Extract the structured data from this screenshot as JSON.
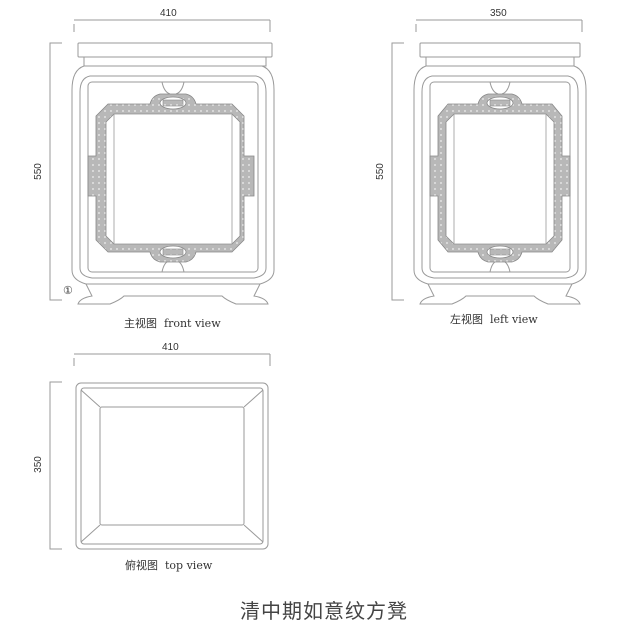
{
  "figure": {
    "title": "清中期如意纹方凳",
    "views": [
      {
        "id": "front",
        "caption_cn": "主视图",
        "caption_en": "front view",
        "width_dim": "410",
        "height_dim": "550",
        "marker": "①"
      },
      {
        "id": "left",
        "caption_cn": "左视图",
        "caption_en": "left view",
        "width_dim": "350",
        "height_dim": "550"
      },
      {
        "id": "top",
        "caption_cn": "俯视图",
        "caption_en": "top view",
        "width_dim": "410",
        "height_dim": "350"
      }
    ]
  },
  "colors": {
    "line": "#9a9a9a",
    "carving": "#b5b5b5",
    "text": "#333333"
  }
}
